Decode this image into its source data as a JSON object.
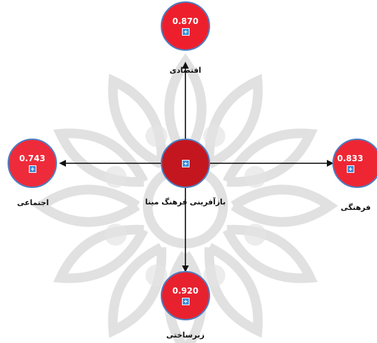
{
  "colors": {
    "node_fill": "#ee1f2d",
    "center_fill": "#c4161f",
    "ring": "#4b7fc4",
    "arrow": "#111111",
    "watermark": "#d9d9d9"
  },
  "icons": {
    "expand": "plus-square-icon"
  },
  "center": {
    "label": "بازآفرینی فرهنگ مینا"
  },
  "nodes": [
    {
      "key": "top",
      "label": "اقتصادی",
      "value": "0.870"
    },
    {
      "key": "left",
      "label": "اجتماعی",
      "value": "0.743"
    },
    {
      "key": "right",
      "label": "فرهنگی",
      "value": "0.833"
    },
    {
      "key": "bottom",
      "label": "زیرساختی",
      "value": "0.920"
    }
  ]
}
